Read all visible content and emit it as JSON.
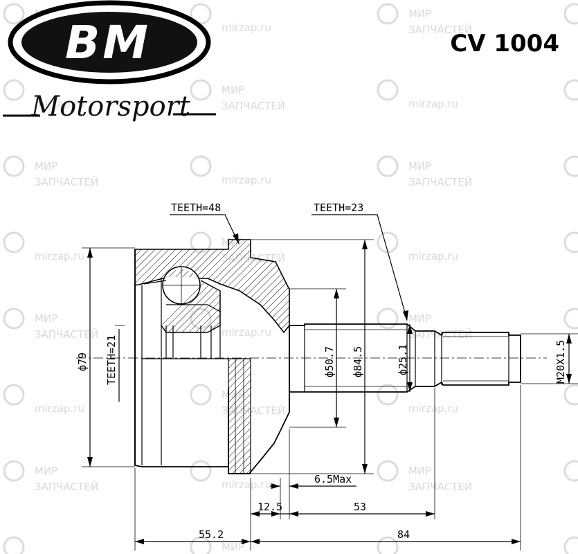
{
  "brand": {
    "logo_text": "BM",
    "sub_text": "Motorsport"
  },
  "part_number": "CV 1004",
  "watermark": {
    "line1": "МИР",
    "line2": "ЗАПЧАСТЕЙ",
    "url": "mirzap.ru"
  },
  "labels": {
    "teeth_48": "TEETH=48",
    "teeth_23": "TEETH=23",
    "teeth_21": "TEETH=21",
    "d79": "ф79",
    "d50_7": "ф50.7",
    "d84_5": "ф84.5",
    "d25_1": "ф25.1",
    "thread": "M20X1.5",
    "max_6_5": "6.5Max",
    "len_12_5": "12.5",
    "len_53": "53",
    "len_55_2": "55.2",
    "len_84": "84"
  }
}
